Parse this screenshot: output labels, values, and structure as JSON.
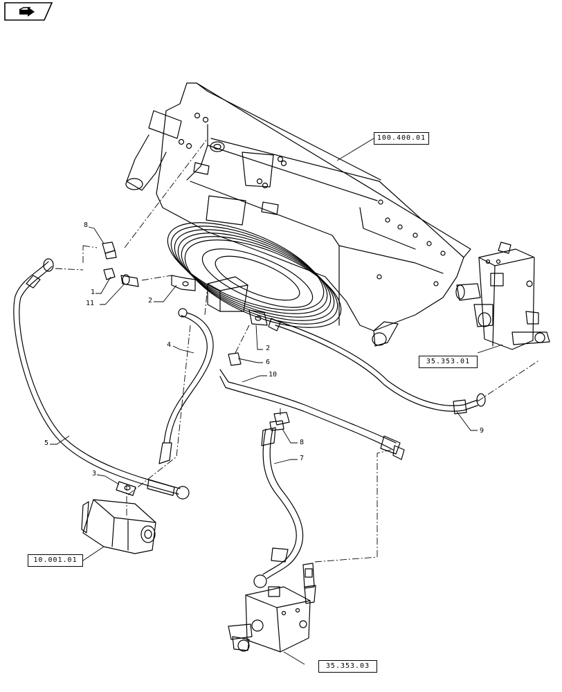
{
  "nav": {
    "icon": "page-forward-arrow-icon"
  },
  "references": {
    "fan_cooler_assembly": "100.400.01",
    "valve_block_upper": "35.353.01",
    "valve_block_lower": "35.353.03",
    "pump": "10.001.01"
  },
  "callouts": {
    "c8_top": "8",
    "c1": "1",
    "c11": "11",
    "c2_left": "2",
    "c2_center": "2",
    "c6": "6",
    "c10": "10",
    "c4": "4",
    "c5": "5",
    "c3": "3",
    "c8_lower": "8",
    "c7": "7",
    "c9": "9"
  }
}
